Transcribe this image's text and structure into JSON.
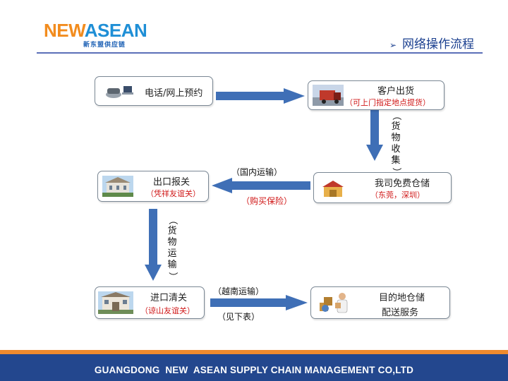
{
  "logo": {
    "brand_new": "NEW",
    "brand_asean": "ASEAN",
    "subtitle": "新东盟供应链"
  },
  "header": {
    "title": "网络操作流程"
  },
  "nodes": {
    "booking": {
      "line1": "电话/网上预约"
    },
    "pickup": {
      "line1": "客户出货",
      "line2": "可上门指定地点提货"
    },
    "warehouse": {
      "line1": "我司免费仓储",
      "line2": "（东莞，深圳）"
    },
    "export": {
      "line1": "出口报关",
      "line2": "（凭祥友谊关）"
    },
    "import": {
      "line1": "进口清关",
      "line2": "（谅山友谊关）"
    },
    "destination": {
      "line1": "目的地仓储",
      "line2": "配送服务"
    }
  },
  "labels": {
    "collect": "货物收集",
    "domestic": "（国内运输）",
    "insurance": "（购买保险）",
    "transport": "货物运输",
    "vietnam": "（越南运输）",
    "see_below": "（见下表）"
  },
  "footer": {
    "text": "GUANGDONG  NEW  ASEAN SUPPLY CHAIN MANAGEMENT CO,LTD"
  },
  "colors": {
    "arrow": "#3f6fb6",
    "accent_red": "#d01818",
    "footer_bar": "#23478e",
    "footer_stripe": "#ef8a2e"
  }
}
